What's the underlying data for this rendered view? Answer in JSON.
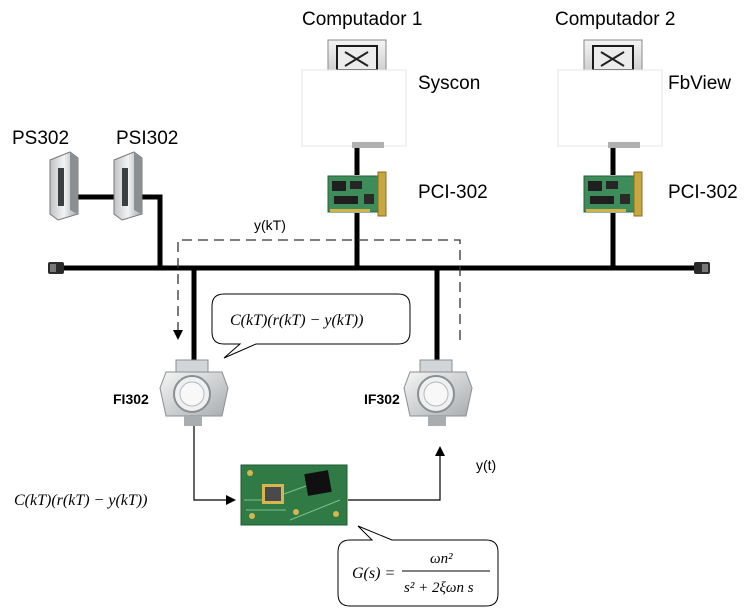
{
  "labels": {
    "computer1": "Computador 1",
    "computer2": "Computador 2",
    "syscon": "Syscon",
    "fbview": "FbView",
    "pci1": "PCI-302",
    "pci2": "PCI-302",
    "ps302": "PS302",
    "psi302": "PSI302",
    "ykt": "y(kT)",
    "fi302": "FI302",
    "if302": "IF302",
    "yt": "y(t)"
  },
  "formulas": {
    "control_bubble": "C(kT)(r(kT) − y(kT))",
    "control_input": "C(kT)(r(kT) − y(kT))",
    "plant_lhs": "G(s) =",
    "plant_num": "ωn²",
    "plant_den": "s² + 2ξωn s"
  },
  "colors": {
    "bus": "#000000",
    "dashed": "#333333",
    "device_body": "#e8e8e8",
    "board_green": "#3e8c5a",
    "pcb_green": "#2f7a45"
  }
}
